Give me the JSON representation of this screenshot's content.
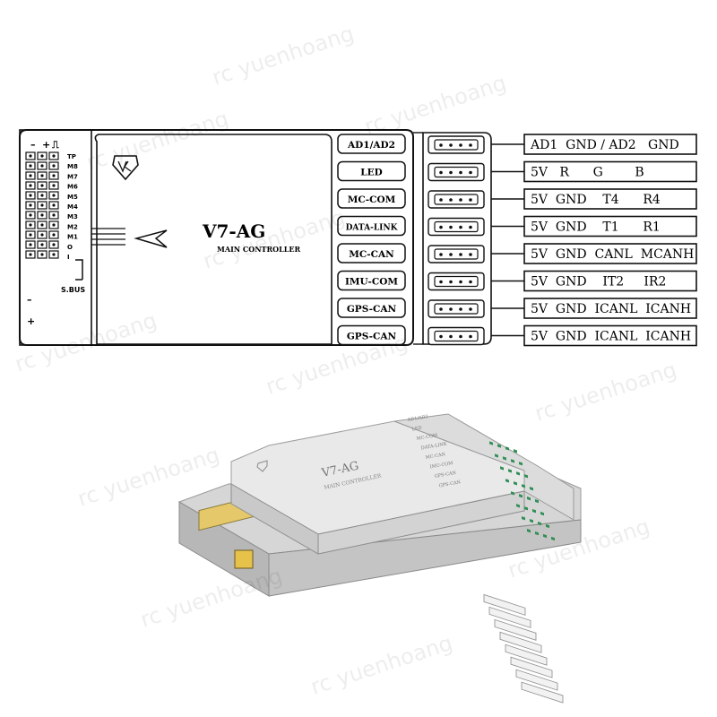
{
  "watermark": "rc yuenhoang",
  "controller": {
    "model": "V7-AG",
    "subtitle": "MAIN CONTROLLER",
    "logo_icon": "vk-shield-logo-icon",
    "arrow_icon": "arrow-left-icon"
  },
  "left_header": [
    "–",
    "+",
    "⎍"
  ],
  "left_channels": [
    "TP",
    "M8",
    "M7",
    "M6",
    "M5",
    "M4",
    "M3",
    "M2",
    "M1",
    "O",
    "I"
  ],
  "sbus_label": "S.BUS",
  "minus_label": "–",
  "plus_label": "+",
  "ports": [
    {
      "label": "AD1/AD2",
      "pins": "AD1  GND / AD2   GND"
    },
    {
      "label": "LED",
      "pins": "5V   R      G        B"
    },
    {
      "label": "MC-COM",
      "pins": "5V  GND    T4      R4"
    },
    {
      "label": "DATA-LINK",
      "pins": "5V  GND    T1      R1"
    },
    {
      "label": "MC-CAN",
      "pins": "5V  GND  CANL  MCANH"
    },
    {
      "label": "IMU-COM",
      "pins": "5V  GND    IT2     IR2"
    },
    {
      "label": "GPS-CAN",
      "pins": "5V  GND  ICANL  ICANH"
    },
    {
      "label": "GPS-CAN",
      "pins": "5V  GND  ICANL  ICANH"
    }
  ],
  "photo": {
    "title": "V7-AG",
    "subtitle": "MAIN CONTROLLER",
    "port_labels": [
      "AD1/AD2",
      "LED",
      "MC-COM",
      "DATA-LINK",
      "MC-CAN",
      "IMU-COM",
      "GPS-CAN",
      "GPS-CAN"
    ]
  }
}
